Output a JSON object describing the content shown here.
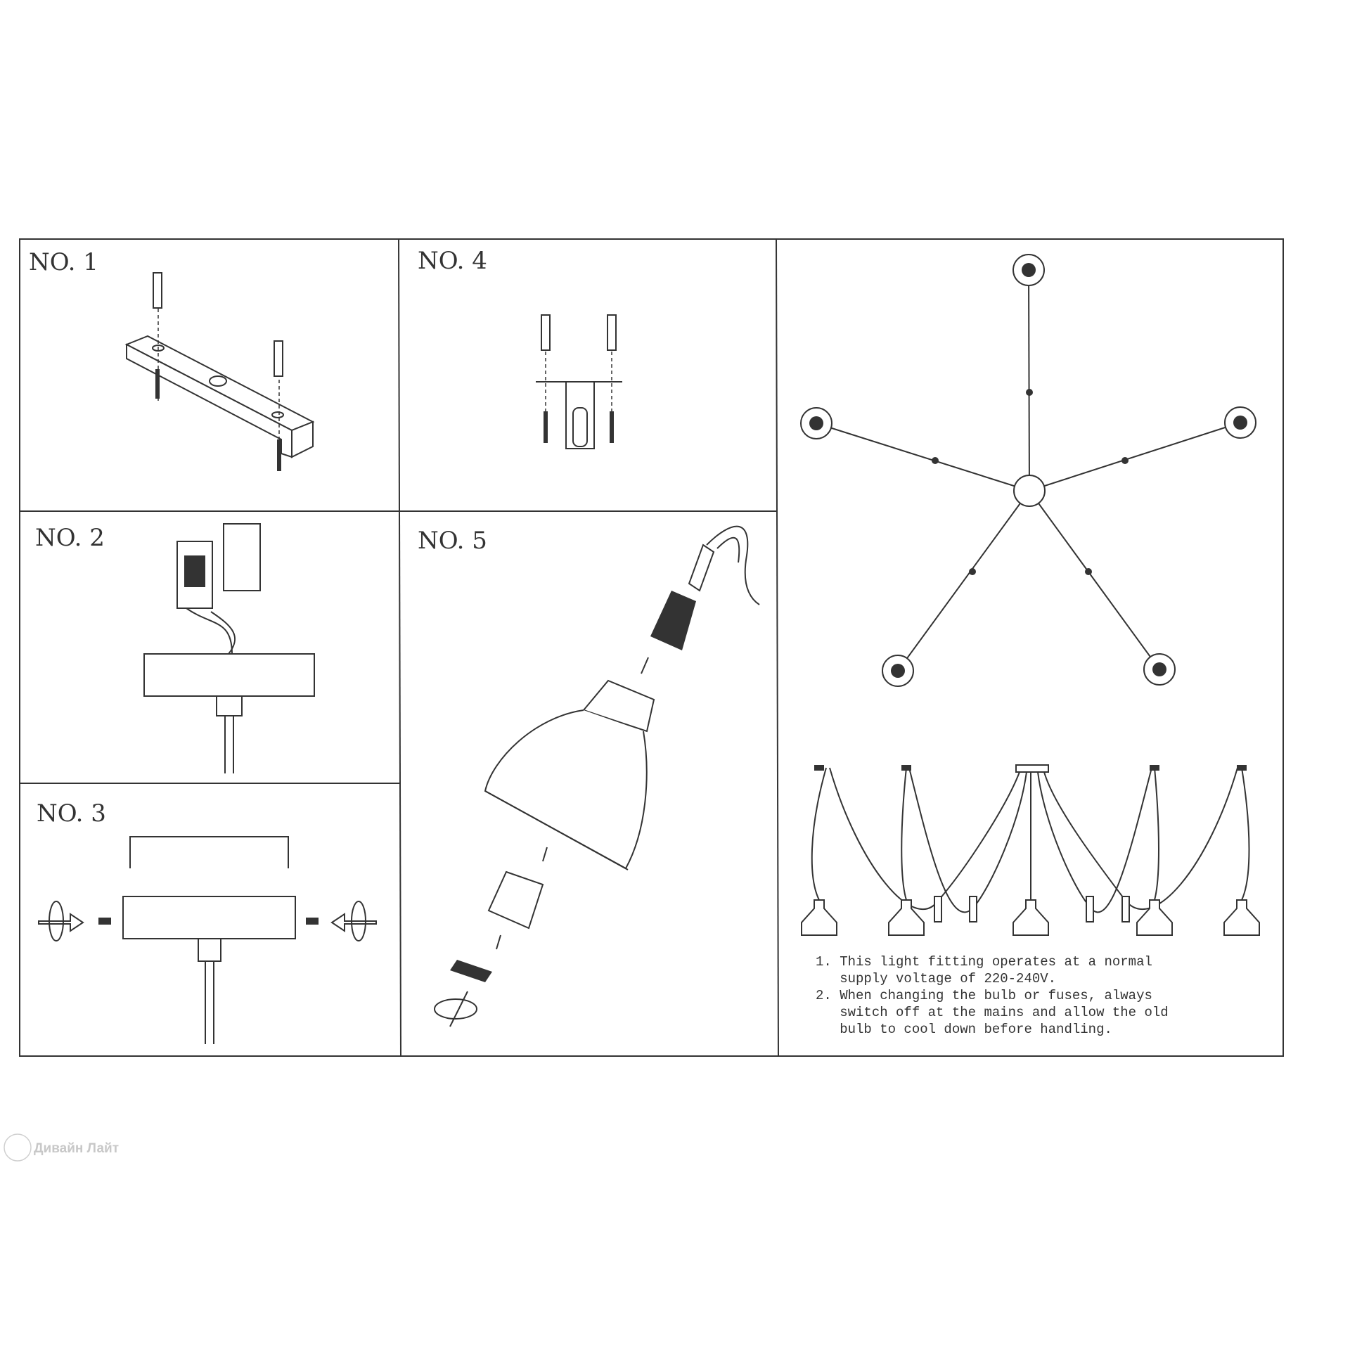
{
  "panels": {
    "no1": {
      "label": "NO. 1"
    },
    "no2": {
      "label": "NO. 2"
    },
    "no3": {
      "label": "NO. 3"
    },
    "no4": {
      "label": "NO. 4"
    },
    "no5": {
      "label": "NO. 5"
    }
  },
  "notes": [
    "1. This light fitting operates at a normal",
    "   supply voltage of 220-240V.",
    "2. When changing the bulb or fuses, always",
    "   switch off at the mains and allow the old",
    "   bulb to cool down before handling."
  ],
  "watermark": "Дивайн Лайт",
  "colors": {
    "ink": "#333333",
    "watermark": "#c8c8c8"
  }
}
